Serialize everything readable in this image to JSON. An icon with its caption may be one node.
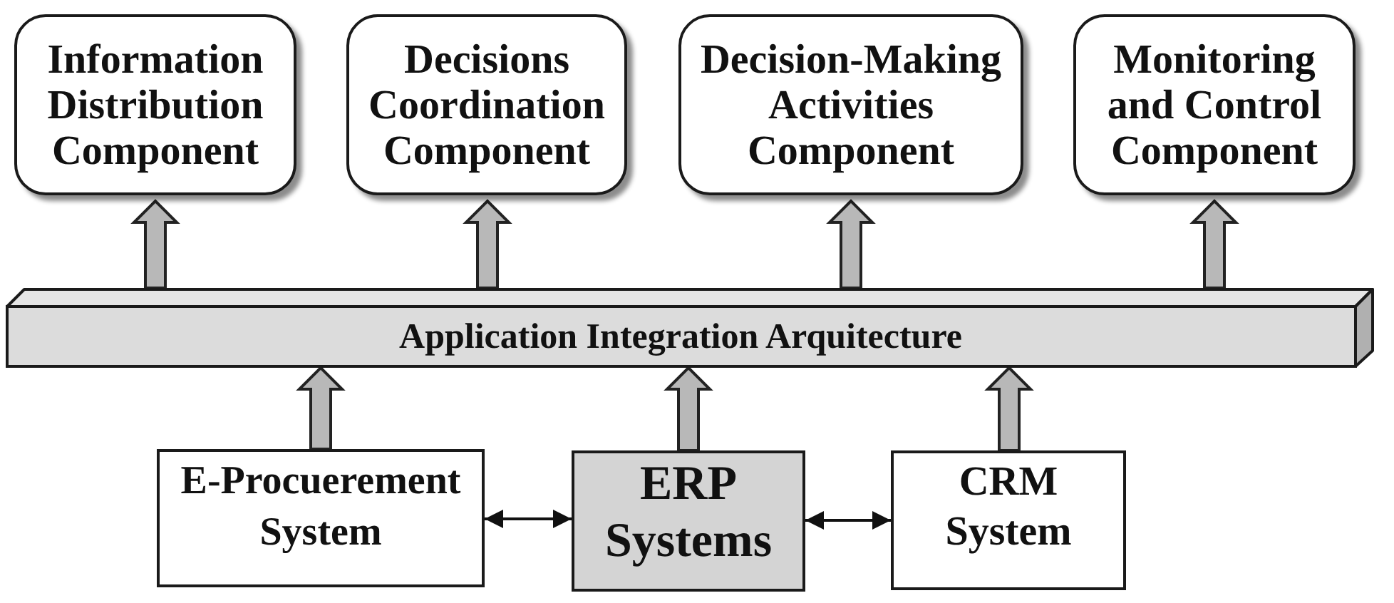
{
  "diagram": {
    "nodes": [
      {
        "text": [
          "Information Distribution Component"
        ]
      },
      {
        "text": [
          "Decisions Coordination Component"
        ]
      },
      {
        "text": [
          "Decision-Making Activities Component"
        ]
      },
      {
        "text": [
          "Monitoring and Control Component"
        ]
      },
      {
        "text": [
          "Application Integration Arquitecture"
        ]
      },
      {
        "text": [
          "E-Procuerement System"
        ]
      },
      {
        "text": [
          "ERP Systems"
        ]
      },
      {
        "text": [
          "CRM System"
        ]
      }
    ],
    "edges": [
      {
        "from": 4,
        "to": 0,
        "arrow": "to",
        "style": "thick"
      },
      {
        "from": 4,
        "to": 1,
        "arrow": "to",
        "style": "thick"
      },
      {
        "from": 4,
        "to": 2,
        "arrow": "to",
        "style": "thick"
      },
      {
        "from": 4,
        "to": 3,
        "arrow": "to",
        "style": "thick"
      },
      {
        "from": 5,
        "to": 4,
        "arrow": "to",
        "style": "thick"
      },
      {
        "from": 6,
        "to": 4,
        "arrow": "to",
        "style": "thick"
      },
      {
        "from": 7,
        "to": 4,
        "arrow": "to",
        "style": "thick"
      },
      {
        "from": 5,
        "to": 6,
        "arrow": "both"
      },
      {
        "from": 6,
        "to": 7,
        "arrow": "both"
      }
    ]
  }
}
